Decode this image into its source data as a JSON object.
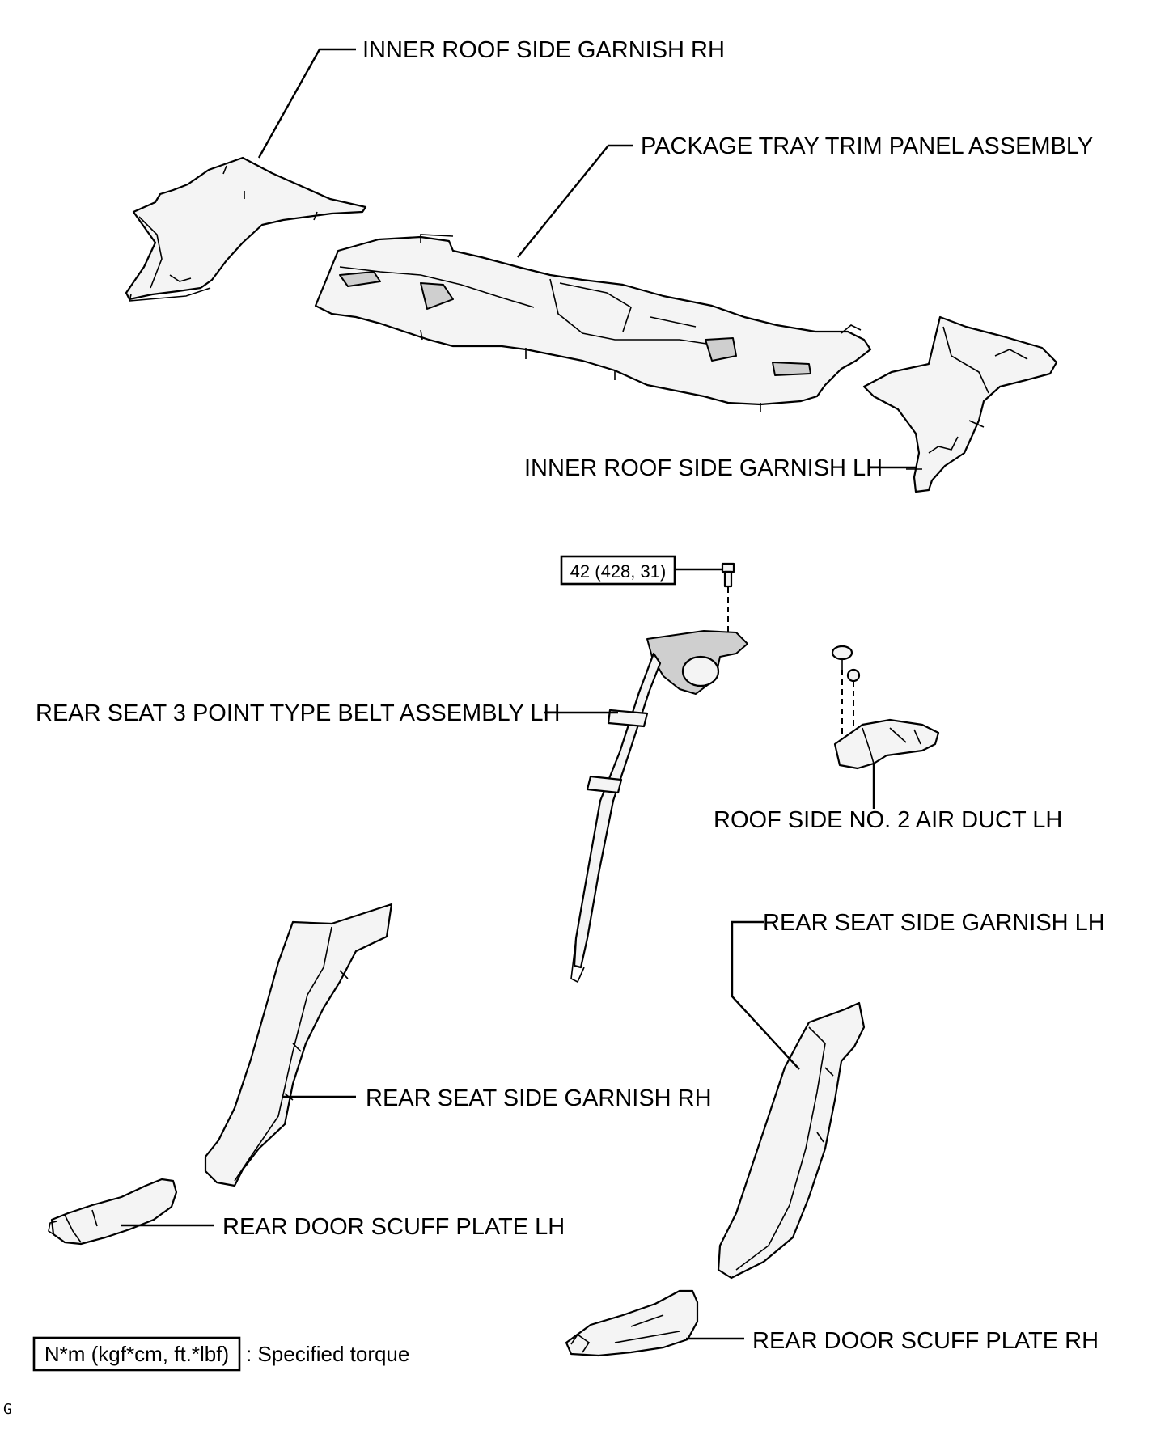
{
  "labels": {
    "inner_roof_side_garnish_rh": "INNER ROOF SIDE GARNISH RH",
    "package_tray_trim_panel": "PACKAGE TRAY TRIM PANEL ASSEMBLY",
    "inner_roof_side_garnish_lh": "INNER ROOF SIDE GARNISH LH",
    "rear_seat_belt_lh": "REAR SEAT 3 POINT TYPE BELT ASSEMBLY LH",
    "roof_side_air_duct_lh": "ROOF SIDE NO. 2 AIR DUCT LH",
    "rear_seat_side_garnish_lh": "REAR SEAT SIDE GARNISH LH",
    "rear_seat_side_garnish_rh": "REAR SEAT SIDE GARNISH RH",
    "rear_door_scuff_plate_lh": "REAR DOOR SCUFF PLATE LH",
    "rear_door_scuff_plate_rh": "REAR DOOR SCUFF PLATE RH"
  },
  "torque": {
    "value": "42 (428, 31)"
  },
  "legend": {
    "unit_box": "N*m (kgf*cm, ft.*lbf)",
    "description": ": Specified torque"
  },
  "footer": {
    "code": "G"
  }
}
